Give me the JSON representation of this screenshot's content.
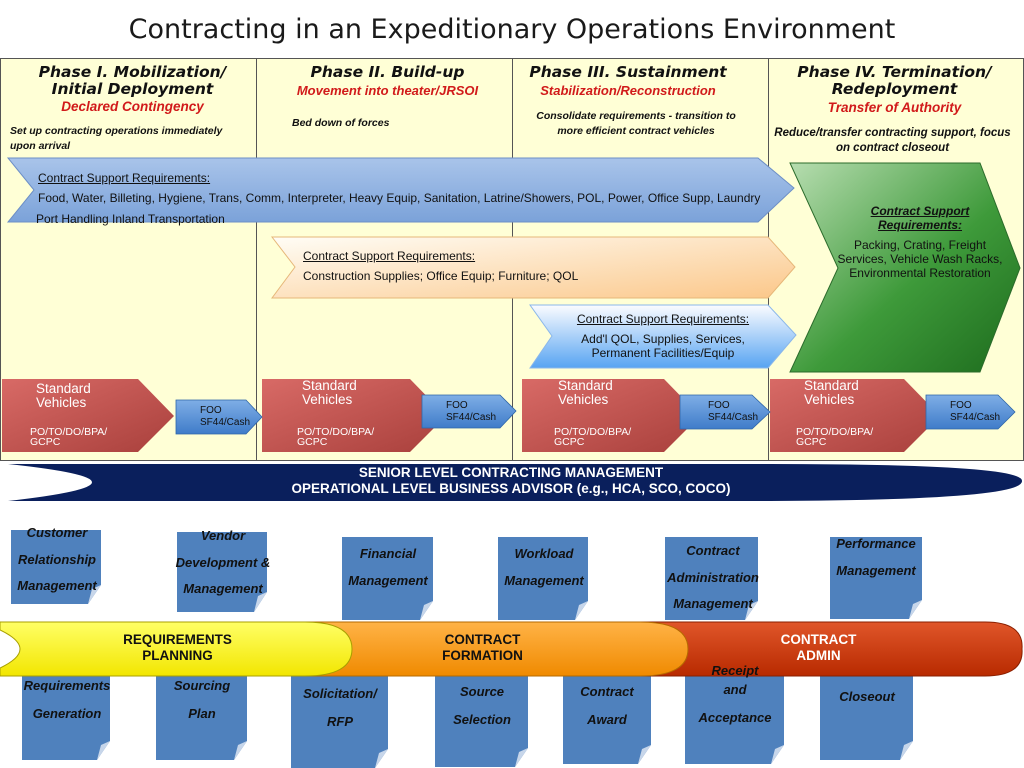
{
  "title": "Contracting in an Expeditionary Operations Environment",
  "phases": [
    {
      "title_line1": "Phase I. Mobilization/",
      "title_line2": "Initial Deployment",
      "subtitle": "Declared Contingency",
      "note_line1": "Set up contracting operations immediately",
      "note_line2": "upon arrival"
    },
    {
      "title_line1": "Phase II. Build-up",
      "subtitle": "Movement into theater/JRSOI",
      "note_line1": "Bed down of forces"
    },
    {
      "title_line1": "Phase III. Sustainment",
      "subtitle": "Stabilization/Reconstruction",
      "note_line1": "Consolidate requirements - transition to",
      "note_line2": "more efficient contract vehicles"
    },
    {
      "title_line1": "Phase IV. Termination/",
      "title_line2": "Redeployment",
      "subtitle": "Transfer of Authority",
      "note_line1": "Reduce/transfer contracting support, focus",
      "note_line2": "on contract closeout"
    }
  ],
  "requirements": {
    "blue": {
      "heading": "Contract Support Requirements:",
      "line1": "Food, Water, Billeting, Hygiene, Trans, Comm, Interpreter, Heavy Equip, Sanitation, Latrine/Showers, POL, Power, Office Supp, Laundry",
      "line2": "Port Handling Inland Transportation"
    },
    "orange": {
      "heading": "Contract Support Requirements:",
      "line1": "Construction Supplies; Office Equip; Furniture; QOL"
    },
    "lightblue": {
      "heading": "Contract Support Requirements:",
      "line1": "Add'l QOL, Supplies, Services,",
      "line2": "Permanent Facilities/Equip"
    },
    "green": {
      "heading_line1": "Contract Support",
      "heading_line2": "Requirements:",
      "line1": "Packing, Crating, Freight",
      "line2": "Services, Vehicle Wash Racks,",
      "line3": "Environmental  Restoration"
    }
  },
  "vehicles": {
    "standard_line1": "Standard",
    "standard_line2": "Vehicles",
    "po_line1": "PO/TO/DO/BPA/",
    "po_line2": "GCPC",
    "foo_line1": "FOO",
    "foo_line2": "SF44/Cash"
  },
  "management_band": {
    "line1": "SENIOR LEVEL CONTRACTING MANAGEMENT",
    "line2": "OPERATIONAL LEVEL BUSINESS ADVISOR (e.g., HCA, SCO, COCO)"
  },
  "top_cards": [
    {
      "lines": [
        "Customer",
        "Relationship",
        "Management"
      ]
    },
    {
      "lines": [
        "Vendor",
        "Development &",
        "Management"
      ]
    },
    {
      "lines": [
        "Financial",
        "Management"
      ]
    },
    {
      "lines": [
        "Workload",
        "Management"
      ]
    },
    {
      "lines": [
        "Contract",
        "Administration",
        "Management"
      ]
    },
    {
      "lines": [
        "Performance",
        "Management"
      ]
    }
  ],
  "stages": [
    {
      "line1": "REQUIREMENTS",
      "line2": "PLANNING"
    },
    {
      "line1": "CONTRACT",
      "line2": "FORMATION"
    },
    {
      "line1": "CONTRACT",
      "line2": "ADMIN"
    }
  ],
  "bottom_cards": [
    {
      "lines": [
        "Requirements",
        "Generation"
      ]
    },
    {
      "lines": [
        "Sourcing",
        "Plan"
      ]
    },
    {
      "lines": [
        "Solicitation/",
        "RFP"
      ]
    },
    {
      "lines": [
        "Source",
        "Selection"
      ]
    },
    {
      "lines": [
        "Contract",
        "Award"
      ]
    },
    {
      "lines": [
        "Receipt",
        "and",
        "Acceptance"
      ]
    },
    {
      "lines": [
        "Closeout"
      ]
    }
  ],
  "colors": {
    "phase_subtitle": "#d11a1a",
    "grid_background": "#ffffd6",
    "navy_band": "#0a1f5c",
    "vehicle_red": "#c0504d",
    "card_blue": "#4f81bd",
    "stage_yellow": "#ffff00",
    "stage_orange": "#ff9900",
    "stage_red": "#cc3300",
    "green_arrow": "#2e8b2e"
  }
}
